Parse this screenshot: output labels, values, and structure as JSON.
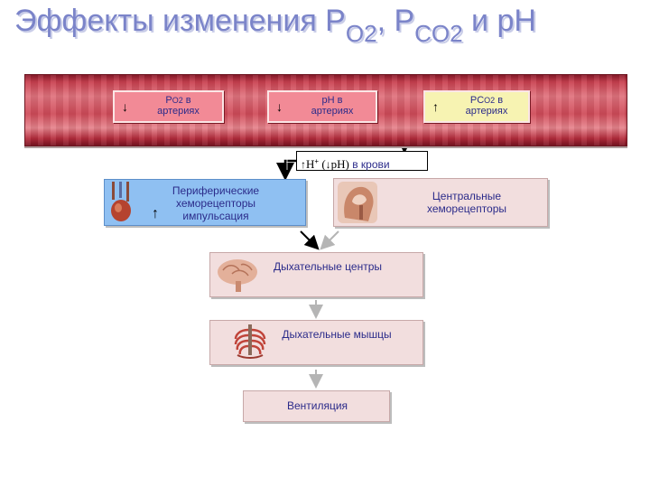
{
  "title": {
    "main": "Эффекты изменения P",
    "o2_sub": "O2",
    "sep": ", P",
    "co2_sub": "CO2",
    "tail": " и pH"
  },
  "vessel": {
    "boxes": [
      {
        "arrow": "↓",
        "line1_prefix": "P",
        "line1_sub": "O2",
        "line1_suffix": " в",
        "line2": "артериях",
        "color": "#f28a96"
      },
      {
        "arrow": "↓",
        "line1_prefix": "pH",
        "line1_sub": "",
        "line1_suffix": " в",
        "line2": "артериях",
        "color": "#f28a96"
      },
      {
        "arrow": "↑",
        "line1_prefix": "PC",
        "line1_sub": "O2",
        "line1_suffix": " в",
        "line2": "артериях",
        "color": "#f7f3b2"
      }
    ]
  },
  "blood_label": {
    "prefix": "H",
    "sup": "+",
    "mid": " (",
    "ph": "pH)",
    "text": " в крови"
  },
  "nodes": {
    "peripheral": "Периферические хеморецепторы импульсация",
    "central": "Центральные хеморецепторы",
    "resp_centers": "Дыхательные центры",
    "resp_muscles": "Дыхательные мышцы",
    "ventilation": "Вентиляция"
  },
  "colors": {
    "title": "#7b84c9",
    "node_text": "#2b2b8a",
    "node_pink": "#f2dede",
    "node_blue": "#8fc0f2",
    "vessel": "#c9404f"
  }
}
